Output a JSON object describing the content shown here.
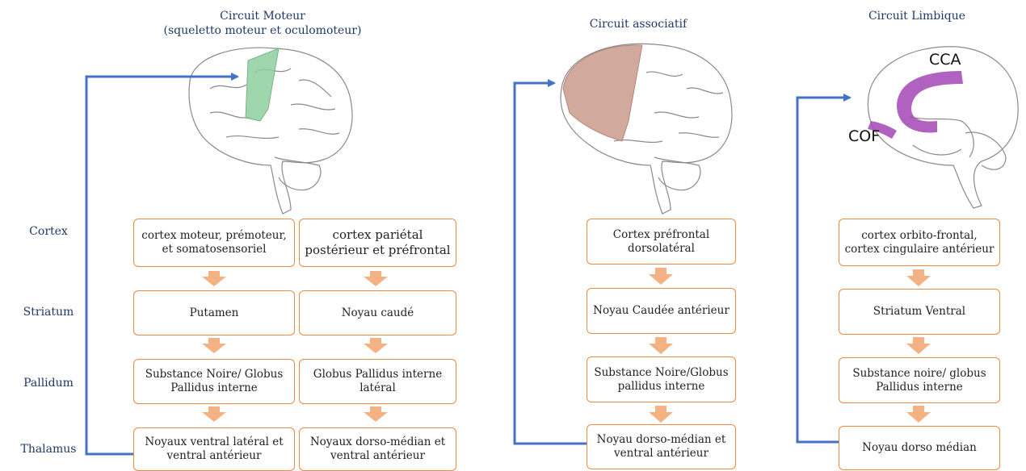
{
  "titles": {
    "motor": "Circuit Moteur",
    "motor_sub": "(squeletto moteur et oculomoteur)",
    "assoc": "Circuit associatif",
    "limbic": "Circuit Limbique"
  },
  "brain_labels": {
    "cca": "CCA",
    "cof": "COF"
  },
  "rows": {
    "cortex": "Cortex",
    "striatum": "Striatum",
    "pallidum": "Pallidum",
    "thalamus": "Thalamus"
  },
  "motor_a": {
    "cortex": "cortex moteur, prémoteur,\net somatosensoriel",
    "striatum": "Putamen",
    "pallidum": "Substance Noire/ Globus\nPallidus interne",
    "thalamus": "Noyaux ventral latéral  et\nventral antérieur"
  },
  "motor_b": {
    "cortex": "cortex pariétal\npostérieur et préfrontal",
    "striatum": "Noyau caudé",
    "pallidum": "Globus Pallidus interne\nlatéral",
    "thalamus": "Noyaux dorso-médian et\nventral antérieur"
  },
  "assoc": {
    "cortex": "Cortex préfrontal\ndorsolatéral",
    "striatum": "Noyau Caudée antérieur",
    "pallidum": "Substance Noire/Globus\npallidus interne",
    "thalamus": "Noyau dorso-médian et\nventral antérieur"
  },
  "limbic": {
    "cortex": "cortex orbito-frontal,\ncortex cingulaire antérieur",
    "striatum": "Striatum Ventral",
    "pallidum": "Substance noire/ globus\nPallidus interne",
    "thalamus": "Noyau dorso médian"
  },
  "colors": {
    "box_border": "#ed8a3f",
    "down_arrow": "#f4b183",
    "loop_line": "#4472c4",
    "motor_area": "#8fcf9d",
    "prefrontal_area": "#c99a8c",
    "limbic_area": "#a950b8",
    "text_blue": "#1f3864"
  }
}
